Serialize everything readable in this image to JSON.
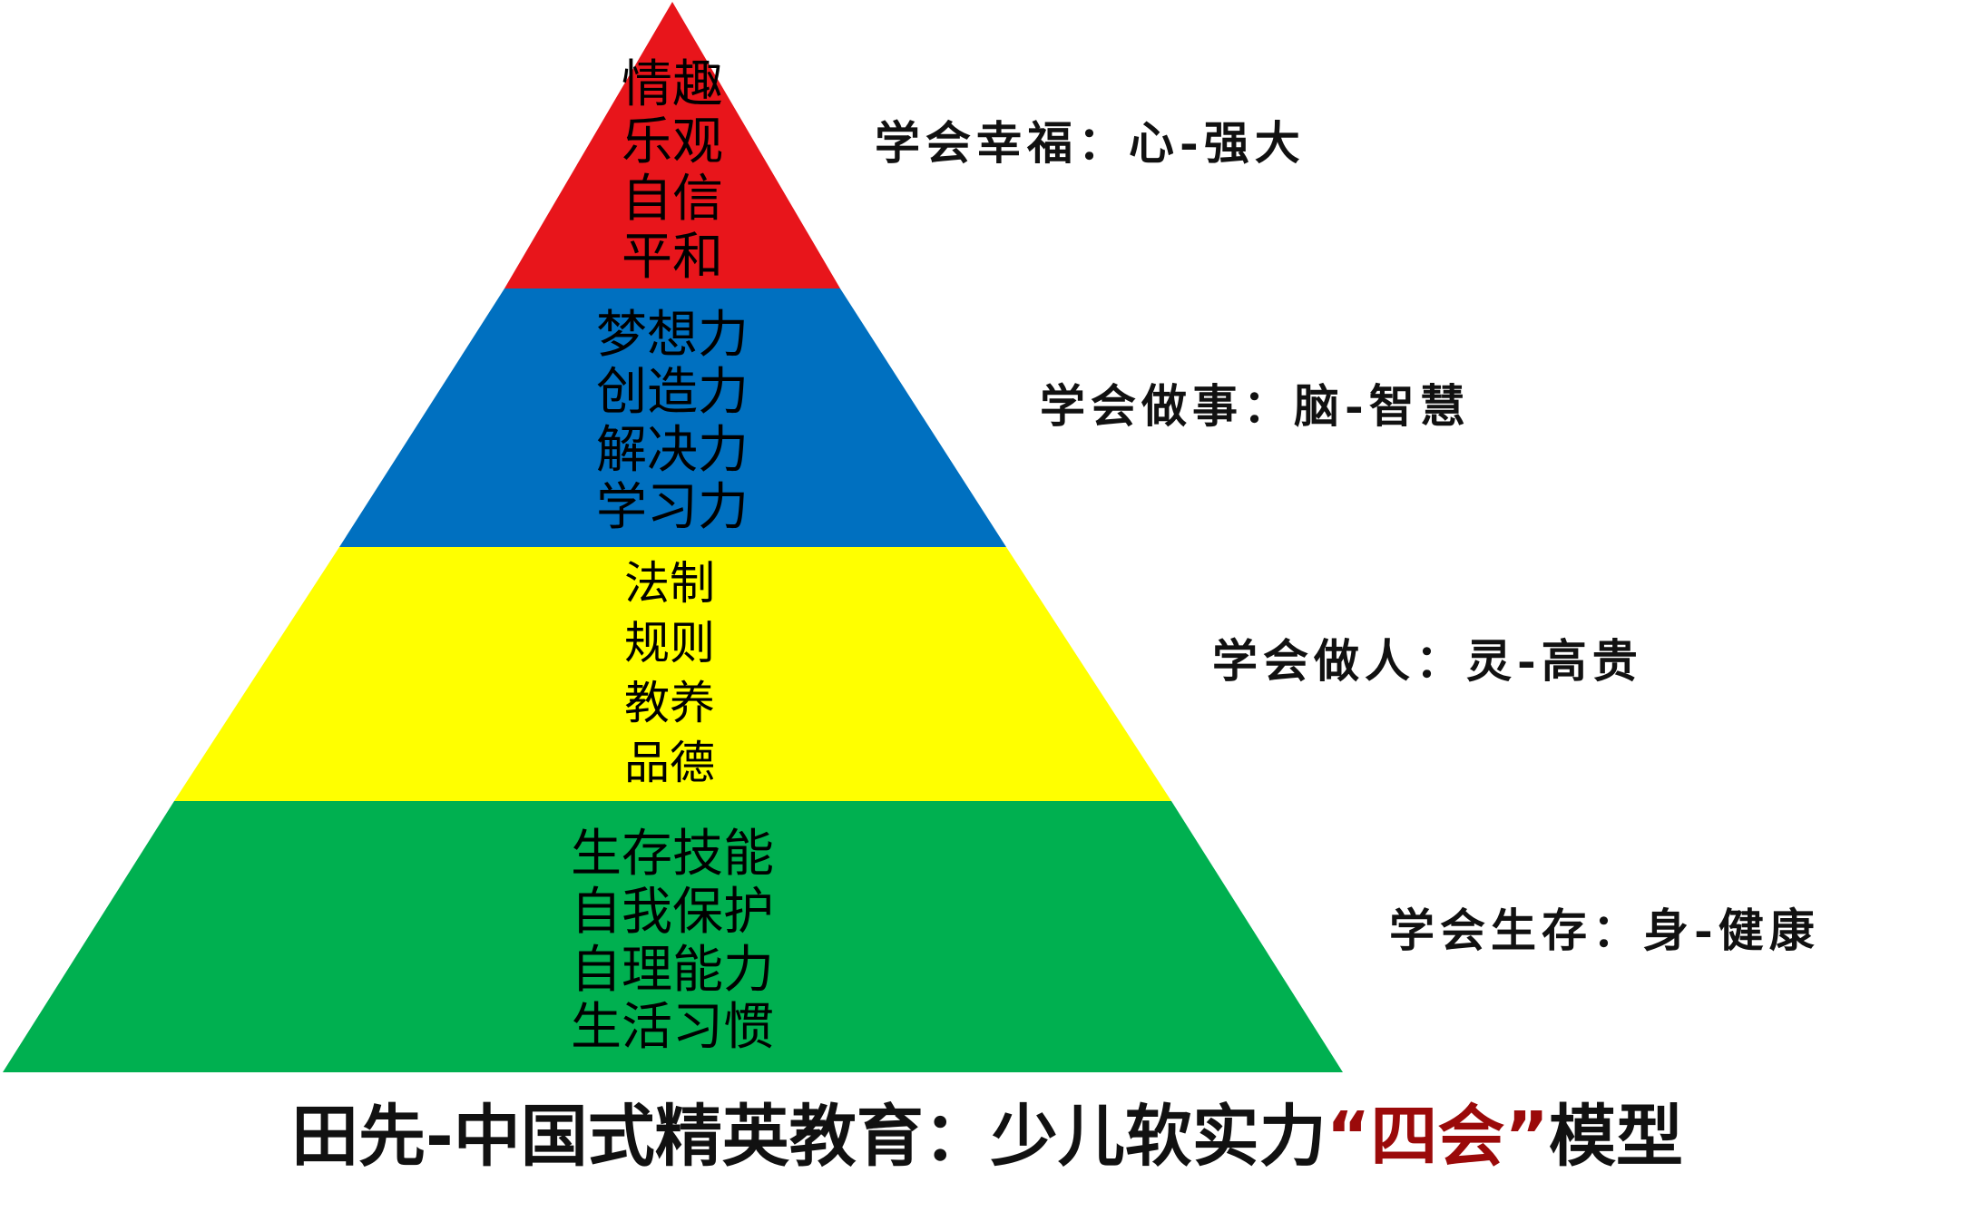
{
  "pyramid": {
    "tiers": [
      {
        "id": "top",
        "color": "#E8151B",
        "items": [
          "情趣",
          "乐观",
          "自信",
          "平和"
        ],
        "side_label": "学会幸福：心-强大"
      },
      {
        "id": "upper-middle",
        "color": "#0070C0",
        "items": [
          "梦想力",
          "创造力",
          "解决力",
          "学习力"
        ],
        "side_label": "学会做事：脑-智慧"
      },
      {
        "id": "lower-middle",
        "color": "#FFFF00",
        "items": [
          "法制",
          "规则",
          "教养",
          "品德"
        ],
        "side_label": "学会做人：灵-高贵"
      },
      {
        "id": "base",
        "color": "#00B050",
        "items": [
          "生存技能",
          "自我保护",
          "自理能力",
          "生活习惯"
        ],
        "side_label": "学会生存：身-健康"
      }
    ]
  },
  "title": {
    "before": "田先-中国式精英教育：少儿软实力",
    "highlight": "“四会”",
    "after": "模型",
    "highlight_color": "#9B0A0A"
  }
}
